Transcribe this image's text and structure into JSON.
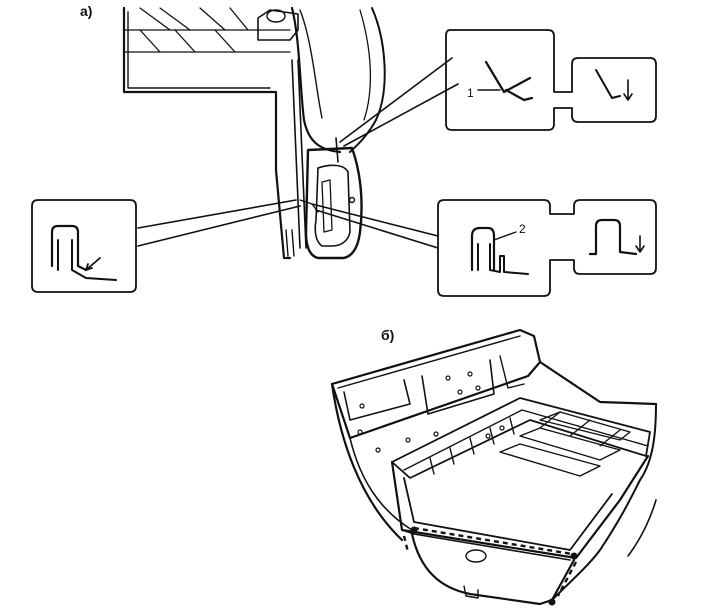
{
  "figure": {
    "panel_a_label": "а)",
    "panel_b_label": "б)",
    "callout_1_number": "1",
    "callout_2_number": "2"
  },
  "colors": {
    "ink": "#111111",
    "paper": "#ffffff"
  },
  "icons": [
    "arrow-icon",
    "arrow-down-icon",
    "weld-spot-icon"
  ]
}
